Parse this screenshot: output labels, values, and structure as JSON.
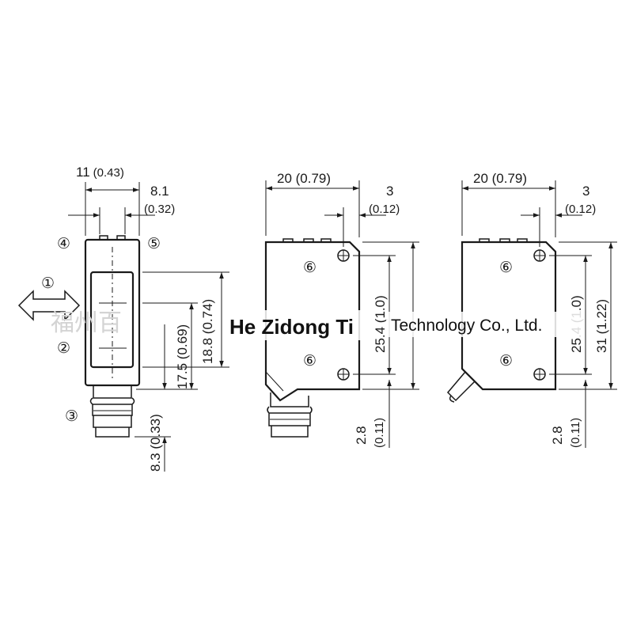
{
  "view1": {
    "dim_width": "11",
    "dim_width_inch": "(0.43)",
    "dim_depth": "8.1",
    "dim_depth_inch": "(0.32)",
    "dim_window": "18.8 (0.74)",
    "dim_center": "17.5 (0.69)",
    "dim_connector": "8.3 (0.33)",
    "callouts": [
      "④",
      "⑤",
      "①",
      "②",
      "③"
    ]
  },
  "view2": {
    "dim_width": "20 (0.79)",
    "dim_offset": "3",
    "dim_offset_inch": "(0.12)",
    "dim_holes": "25.4 (1.0)",
    "dim_bottom": "2.8",
    "dim_bottom_inch": "(0.11)",
    "callout_top": "⑥",
    "callout_bottom": "⑥"
  },
  "view3": {
    "dim_width": "20 (0.79)",
    "dim_offset": "3",
    "dim_offset_inch": "(0.12)",
    "dim_holes": "25.4 (1.0)",
    "dim_height": "31 (1.22)",
    "dim_bottom": "2.8",
    "dim_bottom_inch": "(0.11)",
    "callout_top": "⑥",
    "callout_bottom": "⑥"
  },
  "watermark": {
    "cn": "福州百",
    "en_left": "He Zidong Ti",
    "en_right": "Technology Co., Ltd."
  }
}
